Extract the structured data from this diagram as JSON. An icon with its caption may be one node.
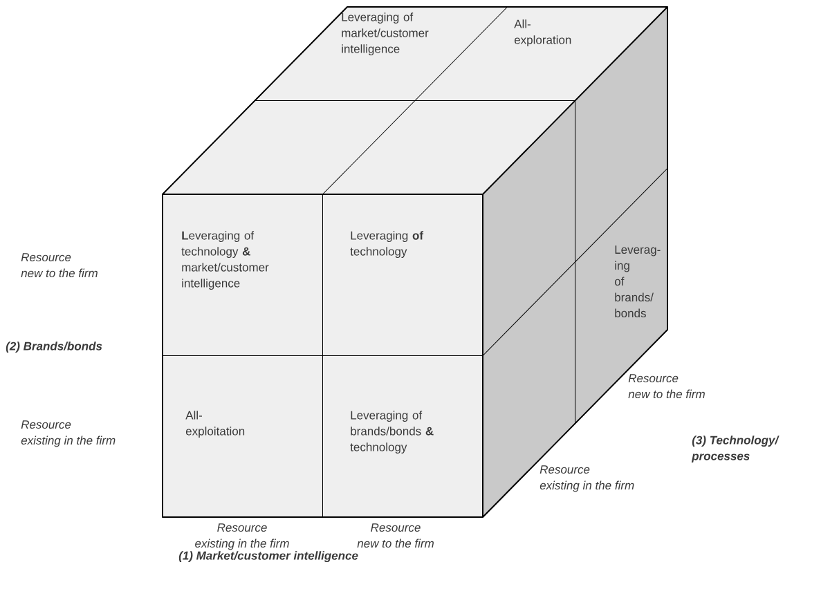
{
  "diagram": {
    "nodes": [
      {
        "text": [
          "Leveraging of market/customer intelligence"
        ]
      },
      {
        "text": [
          "All- exploration"
        ]
      },
      {
        "text": [],
        "shape": "parallelogram"
      },
      {
        "text": [],
        "shape": "parallelogram"
      },
      {
        "text": [],
        "shape": "parallelogram"
      },
      {
        "text": [],
        "shape": "parallelogram"
      },
      {
        "text": [
          "**L**everaging of technology **&** market/customer intelligence"
        ]
      },
      {
        "text": [
          "Leveraging **of** technology"
        ]
      },
      {
        "text": [
          "Leverag- ing of brands/ bonds"
        ]
      },
      {
        "text": [
          "All- exploitation"
        ]
      },
      {
        "text": [
          "Leveraging of brands/bonds **&** technology"
        ]
      },
      {
        "text": [],
        "shape": "parallelogram"
      }
    ],
    "labels": [
      "Resource new to the firm",
      "(2) Brands/bonds",
      "Resource existing in the firm",
      "Resource new to the firm",
      "(3) Technology/ processes",
      "Resource existing in the firm",
      "Resource existing in the firm",
      "Resource new to the firm",
      "(1) Market/customer intelligence"
    ]
  }
}
